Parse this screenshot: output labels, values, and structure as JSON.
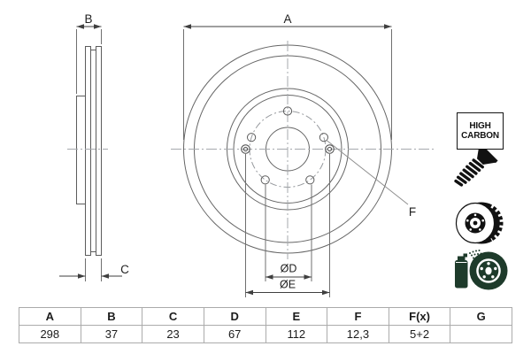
{
  "drawing": {
    "labels": {
      "a": "A",
      "b": "B",
      "c": "C",
      "f": "F",
      "dia_d": "ØD",
      "dia_e": "ØE"
    },
    "views": {
      "left": "disc cross-section side view",
      "center": "disc front view"
    }
  },
  "badge": {
    "line1": "HIGH",
    "line2": "CARBON"
  },
  "icons": {
    "screw": "countersunk-screw",
    "vented_disc": "vented-brake-disc",
    "coated_disc": "coated-brake-disc-with-spray-can"
  },
  "colors": {
    "icon_black": "#111111",
    "icon_green": "#1e3b2b",
    "line_gray": "#666666",
    "dim_gray": "#3f3f3f",
    "centerline_gray": "#a6a9ad",
    "table_border": "#ababab"
  },
  "table": {
    "headers": [
      "A",
      "B",
      "C",
      "D",
      "E",
      "F",
      "F(x)",
      "G"
    ],
    "values": [
      "298",
      "37",
      "23",
      "67",
      "112",
      "12,3",
      "5+2",
      ""
    ]
  }
}
